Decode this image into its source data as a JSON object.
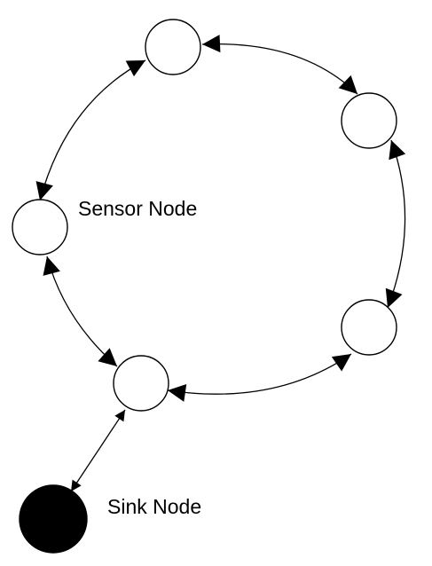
{
  "labels": {
    "sensor_node": "Sensor Node",
    "sink_node": "Sink Node"
  },
  "nodes": [
    {
      "id": "top",
      "kind": "sensor"
    },
    {
      "id": "upper-right",
      "kind": "sensor"
    },
    {
      "id": "left",
      "kind": "sensor"
    },
    {
      "id": "lower-right",
      "kind": "sensor"
    },
    {
      "id": "bottom",
      "kind": "sensor"
    },
    {
      "id": "sink",
      "kind": "sink"
    }
  ],
  "links": [
    {
      "from": "top",
      "to": "upper-right",
      "direction": "bidirectional"
    },
    {
      "from": "upper-right",
      "to": "lower-right",
      "direction": "bidirectional"
    },
    {
      "from": "lower-right",
      "to": "bottom",
      "direction": "bidirectional"
    },
    {
      "from": "bottom",
      "to": "left",
      "direction": "bidirectional"
    },
    {
      "from": "left",
      "to": "top",
      "direction": "bidirectional"
    },
    {
      "from": "bottom",
      "to": "sink",
      "direction": "bidirectional"
    }
  ],
  "colors": {
    "sensor_fill": "#ffffff",
    "sink_fill": "#000000",
    "stroke": "#000000"
  }
}
